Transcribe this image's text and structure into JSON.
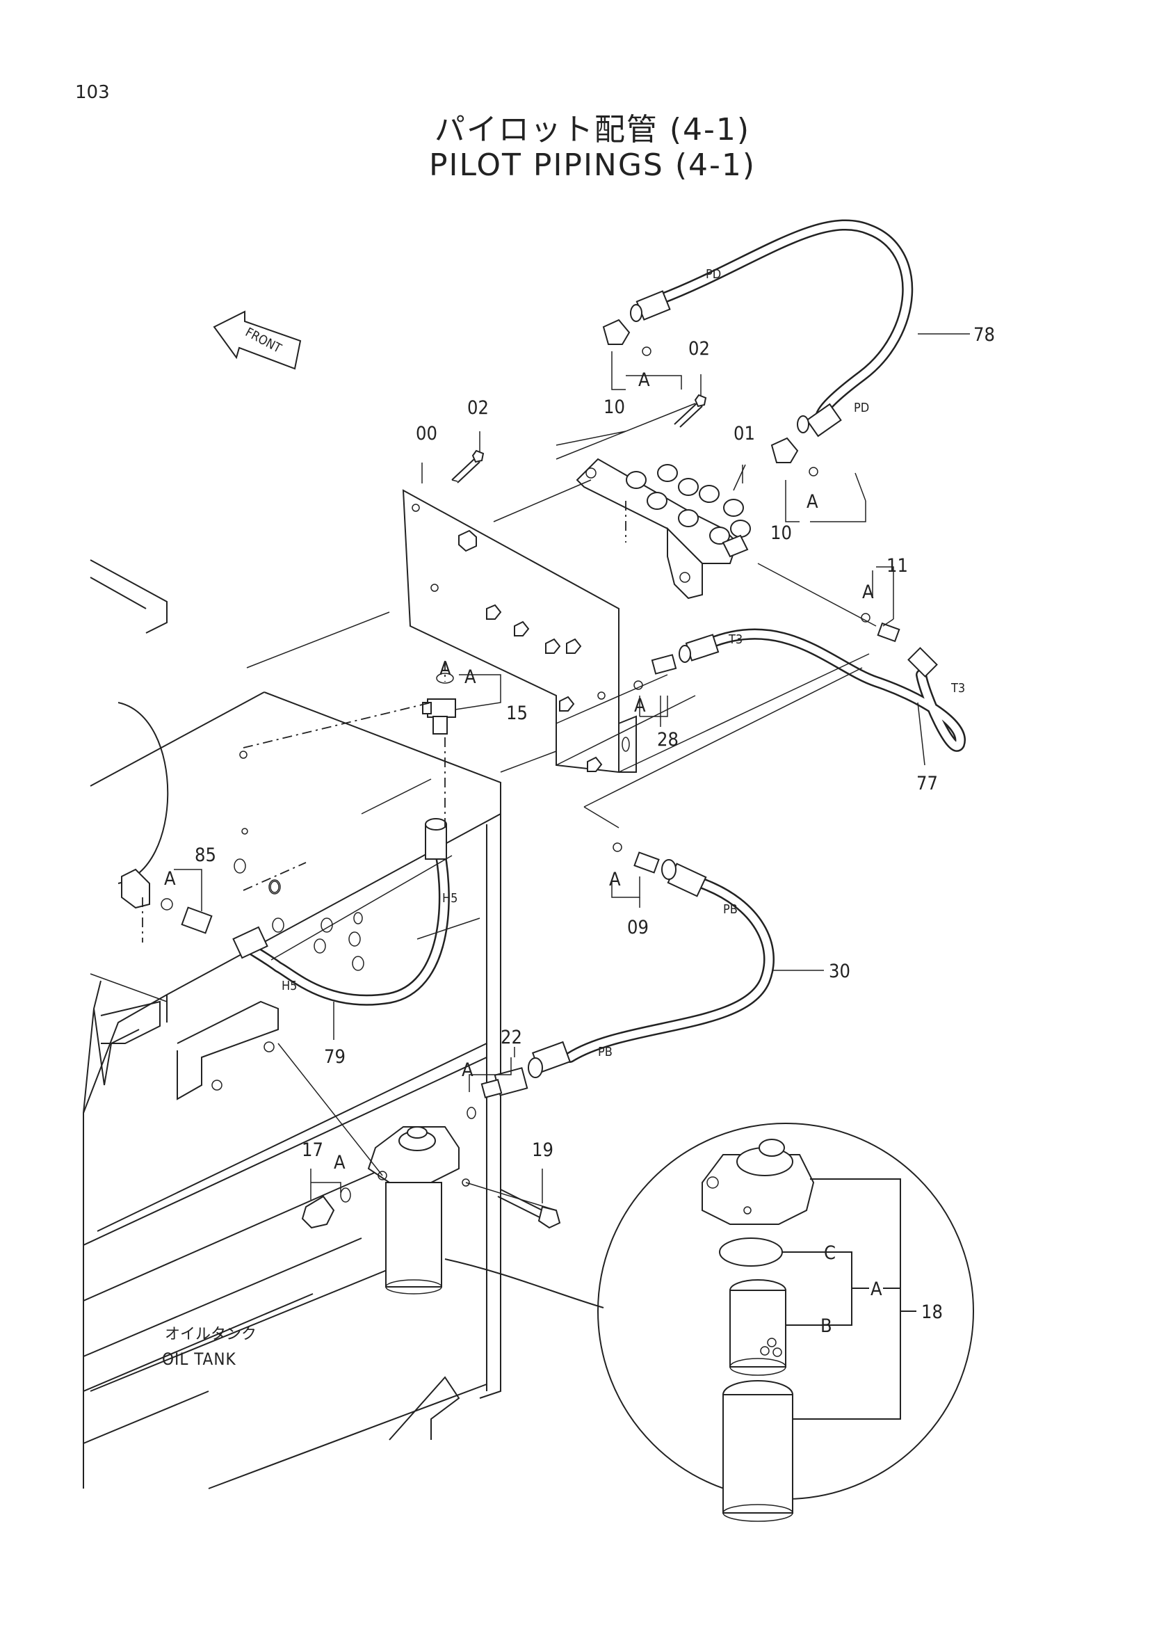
{
  "page_number": "103",
  "title": {
    "japanese": "パイロット配管 (4-1)",
    "english": "PILOT PIPINGS (4-1)"
  },
  "front_arrow_label": "FRONT",
  "oil_tank_label": {
    "japanese": "オイルタンク",
    "english": "OIL TANK"
  },
  "callouts": {
    "c00": "00",
    "c01": "01",
    "c02a": "02",
    "c02b": "02",
    "c09": "09",
    "c10a": "10",
    "c10b": "10",
    "c11": "11",
    "c15": "15",
    "c17": "17",
    "c18": "18",
    "c19": "19",
    "c22": "22",
    "c28": "28",
    "c30": "30",
    "c77": "77",
    "c78": "78",
    "c79": "79",
    "c85": "85"
  },
  "port_labels": {
    "pd1": "PD",
    "pd2": "PD",
    "t3a": "T3",
    "t3b": "T3",
    "pb1": "PB",
    "pb2": "PB",
    "h5a": "H5",
    "h5b": "H5"
  },
  "seal_marks": {
    "a1": "A",
    "a2": "A",
    "a3": "A",
    "a4": "A",
    "a5": "A",
    "a6": "A",
    "a7": "A",
    "a8": "A",
    "a9": "A",
    "a10": "A",
    "detail_a": "A",
    "detail_b": "B",
    "detail_c": "C"
  }
}
